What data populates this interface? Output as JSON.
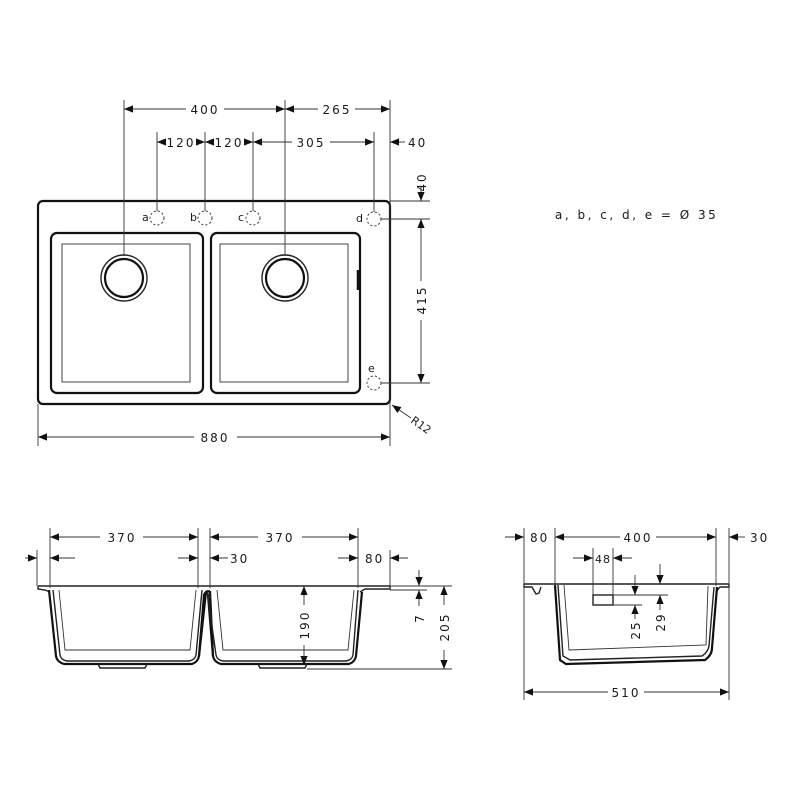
{
  "drawing": {
    "type": "technical-drawing",
    "subject": "double bowl kitchen sink",
    "units": "mm",
    "colors": {
      "line": "#111111",
      "background": "#ffffff"
    }
  },
  "top_view": {
    "dims": {
      "bowl_center_to_center": "400",
      "right_bowl_center_to_edge": "265",
      "hole_a_to_b": "120",
      "hole_b_to_c": "120",
      "hole_c_to_d": "305",
      "right_margin": "40",
      "top_margin": "40",
      "hole_d_to_e": "415",
      "overall_width": "880",
      "corner_radius": "R12"
    },
    "holes": [
      {
        "label": "a"
      },
      {
        "label": "b"
      },
      {
        "label": "c"
      },
      {
        "label": "d"
      },
      {
        "label": "e"
      }
    ],
    "note": "a, b, c, d, e = Ø 35"
  },
  "front_view": {
    "dims": {
      "left_bowl_width": "370",
      "right_bowl_width": "370",
      "bowl_gap": "30",
      "right_rim": "80",
      "bowl_depth": "190",
      "rim_thickness": "7",
      "overall_depth": "205"
    }
  },
  "side_view": {
    "dims": {
      "front_rim": "80",
      "bowl_length": "400",
      "back_rim": "30",
      "overflow_width": "48",
      "overflow_top": "25",
      "overflow_bottom": "29",
      "overall_length": "510"
    }
  }
}
